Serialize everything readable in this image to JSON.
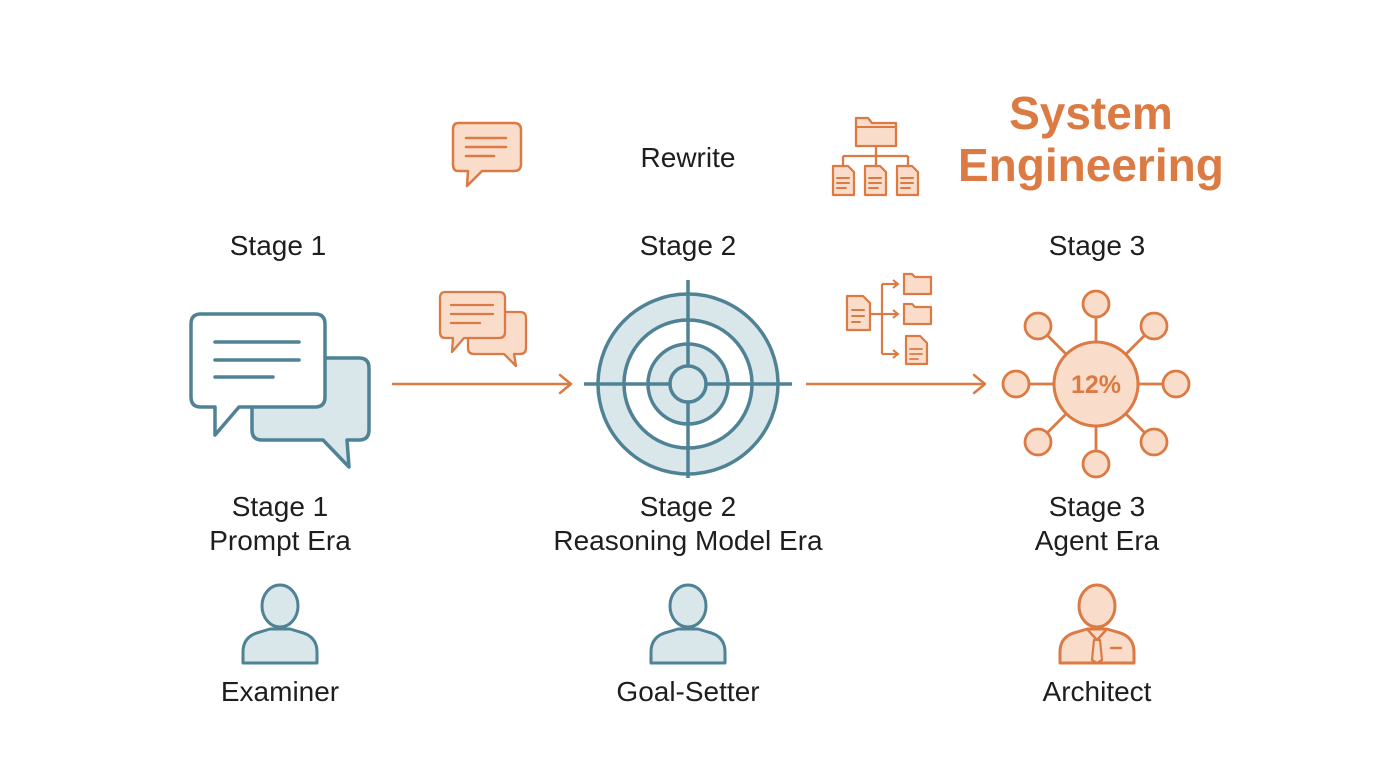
{
  "colors": {
    "teal": "#4e8294",
    "teal_fill": "#d9e6ea",
    "orange": "#dc7a43",
    "orange_fill": "#fadccb",
    "text": "#1e1e1e"
  },
  "top": {
    "rewrite_label": "Rewrite",
    "heading_line1": "System",
    "heading_line2": "Engineering"
  },
  "stages": [
    {
      "top_label": "Stage 1",
      "caption_line1": "Stage 1",
      "caption_line2": "Prompt Era",
      "role": "Examiner",
      "icon": "chat-bubbles-icon",
      "role_icon": "person-icon"
    },
    {
      "top_label": "Stage 2",
      "caption_line1": "Stage 2",
      "caption_line2": "Reasoning Model Era",
      "role": "Goal-Setter",
      "icon": "target-icon",
      "role_icon": "person-icon"
    },
    {
      "top_label": "Stage 3",
      "caption_line1": "Stage 3",
      "caption_line2": "Agent Era",
      "role": "Architect",
      "icon": "network-hub-icon",
      "hub_value": "12%",
      "role_icon": "person-tie-icon"
    }
  ]
}
